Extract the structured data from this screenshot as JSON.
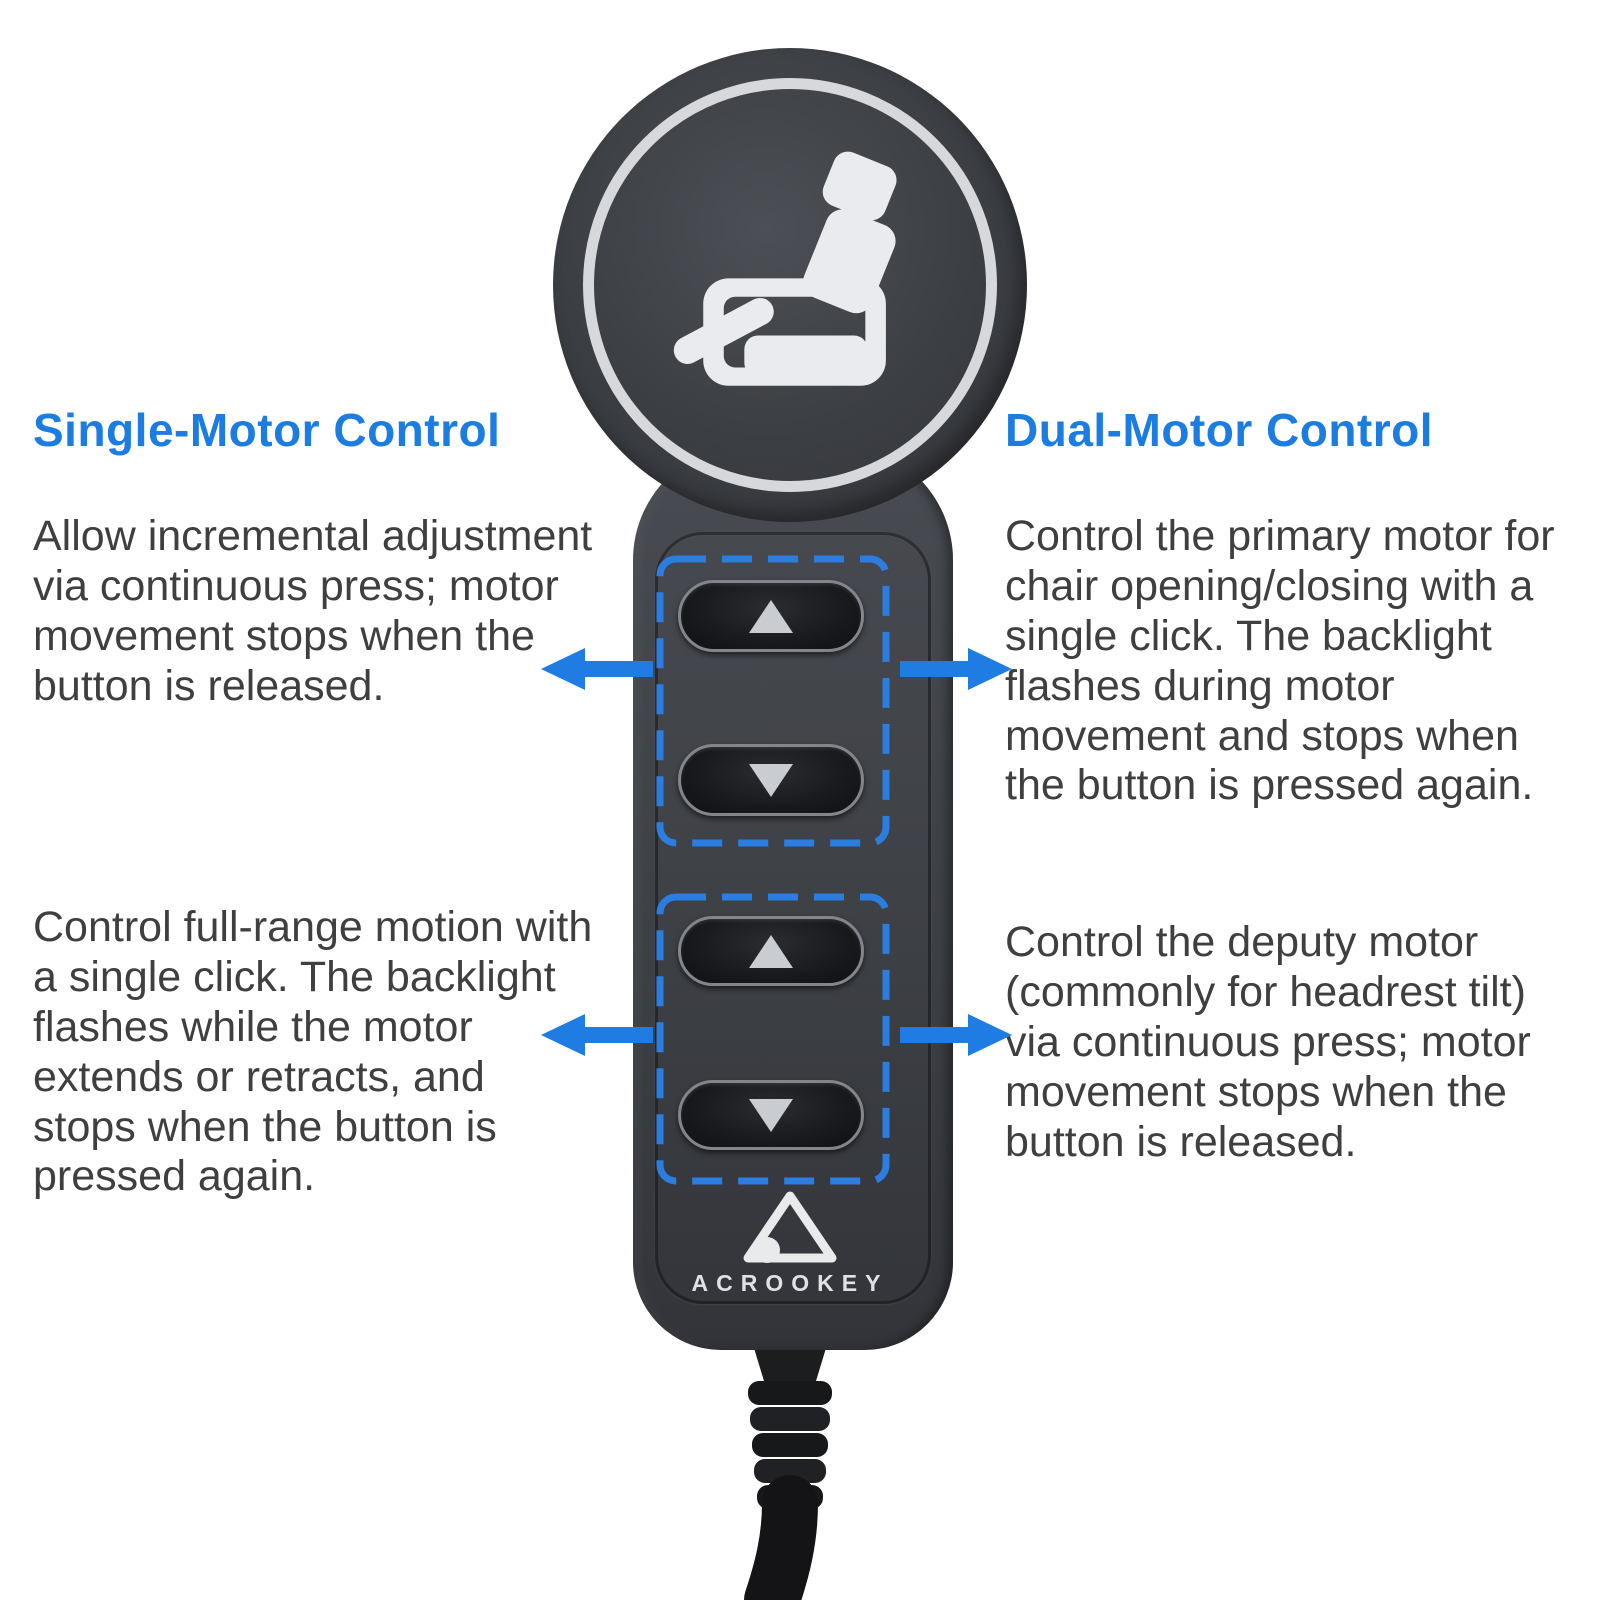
{
  "colors": {
    "accent_blue": "#1e7ce2",
    "heading_blue": "#1b7ce1",
    "body_text": "#3f3f3f",
    "remote_charcoal": "#3f4247",
    "button_black": "#17181b",
    "icon_silver": "#d6d8db"
  },
  "left_column": {
    "heading": "Single-Motor Control",
    "para1": "Allow incremental adjustment via continuous press; motor movement stops when the button is released.",
    "para2": "Control full-range motion with a single click. The backlight flashes while the motor extends or retracts, and stops when the button is pressed again."
  },
  "right_column": {
    "heading": "Dual-Motor Control",
    "para1": "Control the primary motor for chair opening/closing with a single click. The backlight flashes during motor movement and stops when the button is pressed again.",
    "para2": "Control the deputy motor (commonly for headrest tilt) via continuous press; motor movement stops when the button is released."
  },
  "remote": {
    "brand": "ACROOKEY",
    "icons": {
      "head": "recliner-chair-icon",
      "logo": "brand-triangle-logo-icon",
      "button_group_1": [
        "up-arrow-icon",
        "down-arrow-icon"
      ],
      "button_group_2": [
        "up-arrow-icon",
        "down-arrow-icon"
      ],
      "callout_arrows": [
        "left-arrow-icon",
        "right-arrow-icon",
        "left-arrow-icon",
        "right-arrow-icon"
      ]
    }
  }
}
